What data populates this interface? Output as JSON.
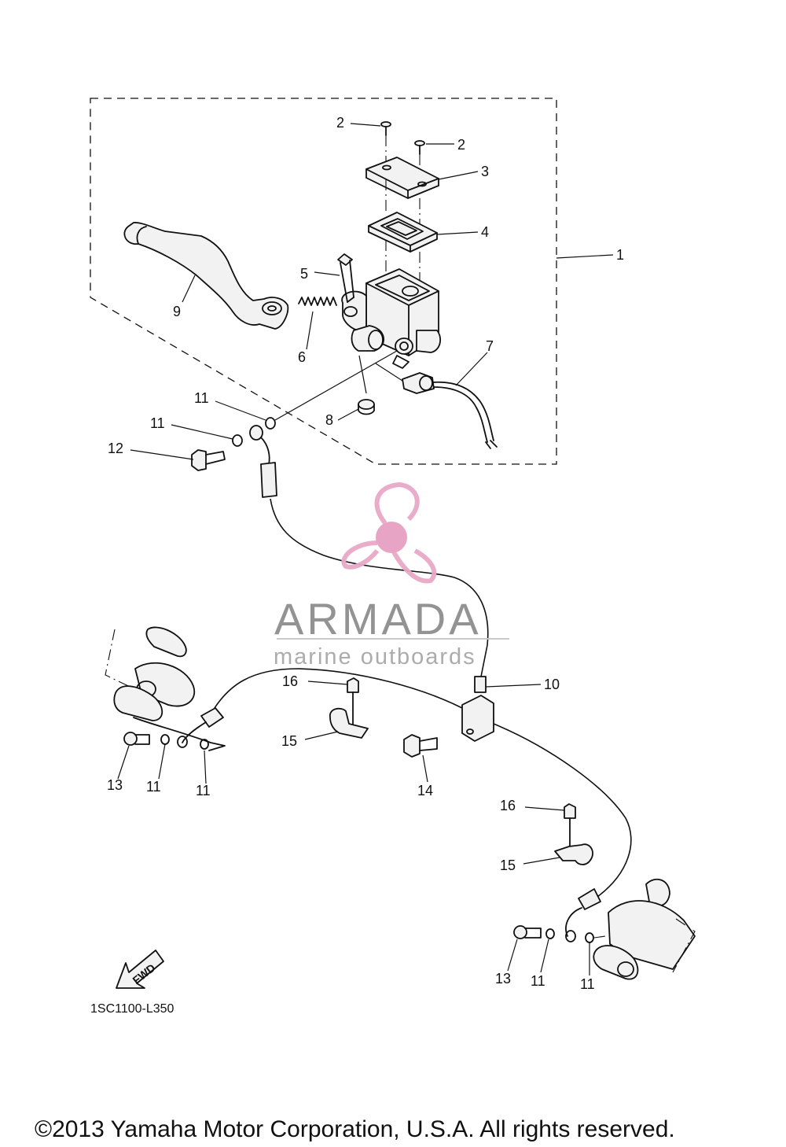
{
  "diagram": {
    "callouts": [
      {
        "id": "c1",
        "label": "1"
      },
      {
        "id": "c2a",
        "label": "2"
      },
      {
        "id": "c2b",
        "label": "2"
      },
      {
        "id": "c3",
        "label": "3"
      },
      {
        "id": "c4",
        "label": "4"
      },
      {
        "id": "c5",
        "label": "5"
      },
      {
        "id": "c6",
        "label": "6"
      },
      {
        "id": "c7",
        "label": "7"
      },
      {
        "id": "c8",
        "label": "8"
      },
      {
        "id": "c9",
        "label": "9"
      },
      {
        "id": "c10",
        "label": "10"
      },
      {
        "id": "c11a",
        "label": "11"
      },
      {
        "id": "c11b",
        "label": "11"
      },
      {
        "id": "c11c",
        "label": "11"
      },
      {
        "id": "c11d",
        "label": "11"
      },
      {
        "id": "c11e",
        "label": "11"
      },
      {
        "id": "c11f",
        "label": "11"
      },
      {
        "id": "c12",
        "label": "12"
      },
      {
        "id": "c13a",
        "label": "13"
      },
      {
        "id": "c13b",
        "label": "13"
      },
      {
        "id": "c14",
        "label": "14"
      },
      {
        "id": "c15a",
        "label": "15"
      },
      {
        "id": "c15b",
        "label": "15"
      },
      {
        "id": "c16a",
        "label": "16"
      },
      {
        "id": "c16b",
        "label": "16"
      }
    ],
    "fwd_label": "FWD",
    "diagram_code": "1SC1100-L350",
    "copyright": "©2013 Yamaha Motor Corporation, U.S.A. All rights reserved."
  },
  "watermark": {
    "brand": "ARMADA",
    "tagline": "marine outboards",
    "colors": {
      "logo": "#e8a9c8",
      "logo_center": "#e6a0c2",
      "text": "#8e8e8e"
    }
  }
}
